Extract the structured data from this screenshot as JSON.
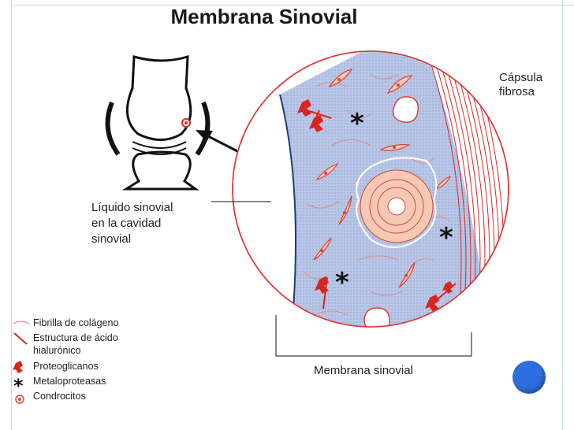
{
  "title": "Membrana Sinovial",
  "labels": {
    "capsula_line1": "Cápsula",
    "capsula_line2": "fibrosa",
    "liquido_line1": "Líquido sinovial",
    "liquido_line2": "en la cavidad",
    "liquido_line3": "sinovial",
    "membrana": "Membrana sinovial"
  },
  "legend": [
    {
      "label": "Fibrilla de colágeno",
      "icon": "collagen-fibril-icon"
    },
    {
      "label_line1": "Estructura de ácido",
      "label_line2": "hialurónico",
      "icon": "hyaluronic-acid-icon"
    },
    {
      "label": "Proteoglicanos",
      "icon": "proteoglycan-icon"
    },
    {
      "label": "Metaloproteasas",
      "icon": "metalloprotease-icon"
    },
    {
      "label": "Condrocitos",
      "icon": "chondrocyte-icon"
    }
  ],
  "colors": {
    "membrane_fill": "#b9c6e6",
    "membrane_dot": "#8aa0d0",
    "capsule_line": "#d42a2a",
    "circle_outline": "#e03030",
    "cell_fill": "#f6c9b4",
    "cell_outline": "#d9443a",
    "membrane_edge": "#1e3c7a",
    "bullet": "#2e6fe0"
  }
}
